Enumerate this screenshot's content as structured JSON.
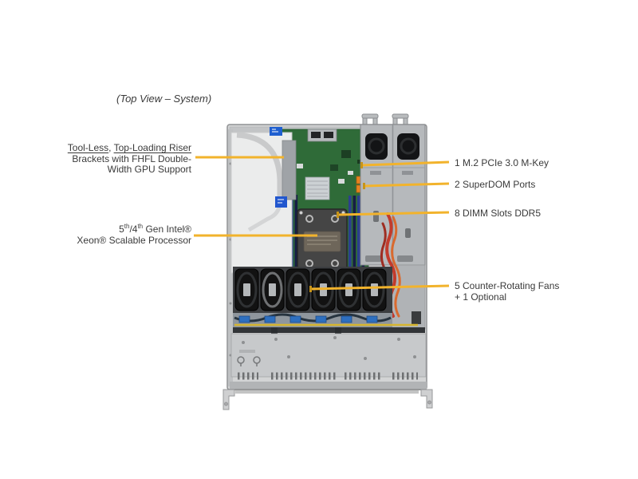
{
  "header": {
    "view_label": "(Top View – System)"
  },
  "theme": {
    "page_background": "#ffffff",
    "accent_line_color": "#F2B32C",
    "label_text_color": "#3a3a3a",
    "chassis_color": "#d3d4d5",
    "motherboard_color": "#2f6b38",
    "dimm_slot_color": "#2c3f8e",
    "psu_color": "#b6b9bc",
    "fan_color": "#121212",
    "service_label_blue": "#1f5fd0"
  },
  "callouts": {
    "left": [
      {
        "name": "riser-support",
        "line1_underlined_1": "Tool-Less",
        "line1_separator": ", ",
        "line1_underlined_2": "Top-Loading Riser",
        "line2": "Brackets with FHFL Double-",
        "line3": "Width GPU Support"
      },
      {
        "name": "processor",
        "line1_seg1": "5",
        "line1_sup1": "th",
        "line1_seg2": "/4",
        "line1_sup2": "th",
        "line1_seg3": " Gen Intel®",
        "line2": "Xeon® Scalable Processor"
      }
    ],
    "right": [
      {
        "name": "m2-slot",
        "label": "1 M.2 PCIe 3.0 M-Key"
      },
      {
        "name": "superdom-ports",
        "label": "2 SuperDOM Ports"
      },
      {
        "name": "dimm-slots",
        "label": "8 DIMM Slots DDR5"
      },
      {
        "name": "fans",
        "line1": "5 Counter-Rotating Fans",
        "line2": "+ 1 Optional"
      }
    ]
  }
}
